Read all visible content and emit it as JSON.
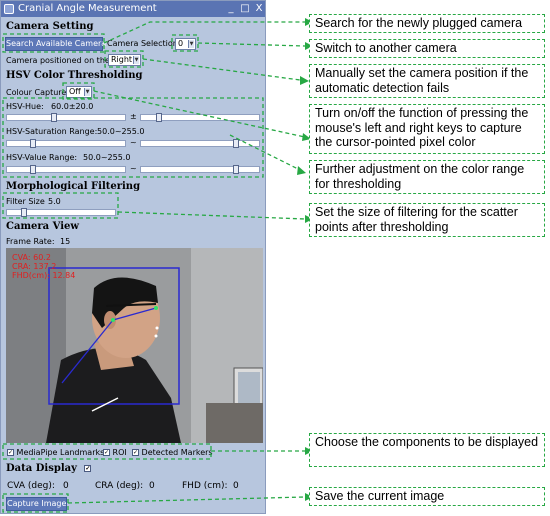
{
  "window": {
    "title": "Cranial Angle Measurement",
    "minimize": "_",
    "maximize": "□",
    "close": "X"
  },
  "camera_setting": {
    "heading": "Camera Setting",
    "search_button": "Search Available Camera",
    "selection_label": "Camera Selection:",
    "selection_value": "0",
    "position_label": "Camera positioned on the:",
    "position_value": "Right"
  },
  "hsv": {
    "heading": "HSV Color Thresholding",
    "colour_capture_label": "Colour Capture",
    "colour_capture_value": "Off",
    "hue_label": "HSV-Hue:",
    "hue_value": "60.0±20.0",
    "hue_sep": "±",
    "sat_label": "HSV-Saturation Range:",
    "sat_value": "50.0~255.0",
    "sat_sep": "~",
    "val_label": "HSV-Value Range:",
    "val_value": "50.0~255.0",
    "val_sep": "~"
  },
  "morph": {
    "heading": "Morphological Filtering",
    "filter_label": "Filter Size",
    "filter_value": "5.0"
  },
  "camera_view": {
    "heading": "Camera View",
    "frame_rate_label": "Frame Rate:",
    "frame_rate_value": "15",
    "overlay": {
      "cva": "CVA:  60.2",
      "cra": "CRA:  137.2",
      "fhd": "FHD(cm):  12.84"
    }
  },
  "display_opts": {
    "mediapipe": "MediaPipe Landmarks",
    "roi": "ROI",
    "markers": "Detected Markers"
  },
  "data_display": {
    "heading": "Data Display",
    "cva_label": "CVA (deg):",
    "cva_value": "0",
    "cra_label": "CRA (deg):",
    "cra_value": "0",
    "fhd_label": "FHD (cm):",
    "fhd_value": "0"
  },
  "capture_button": "Capture Image",
  "callouts": [
    "Search for the newly plugged camera",
    "Switch to another camera",
    "Manually set the camera position if the automatic detection fails",
    "Turn on/off the function of pressing the mouse's left and right keys to capture the cursor-pointed pixel color",
    "Further adjustment on the color range for thresholding",
    "Set the size of filtering for the scatter points after thresholding",
    "Choose the components to be displayed",
    "Save the current image"
  ],
  "colors": {
    "titlebar": "#5a74b3",
    "panel": "#b7c6de",
    "button": "#5d78b8",
    "callout_border": "#27a844",
    "overlay_text": "#e02020",
    "roi_box": "#2a2ad0"
  }
}
